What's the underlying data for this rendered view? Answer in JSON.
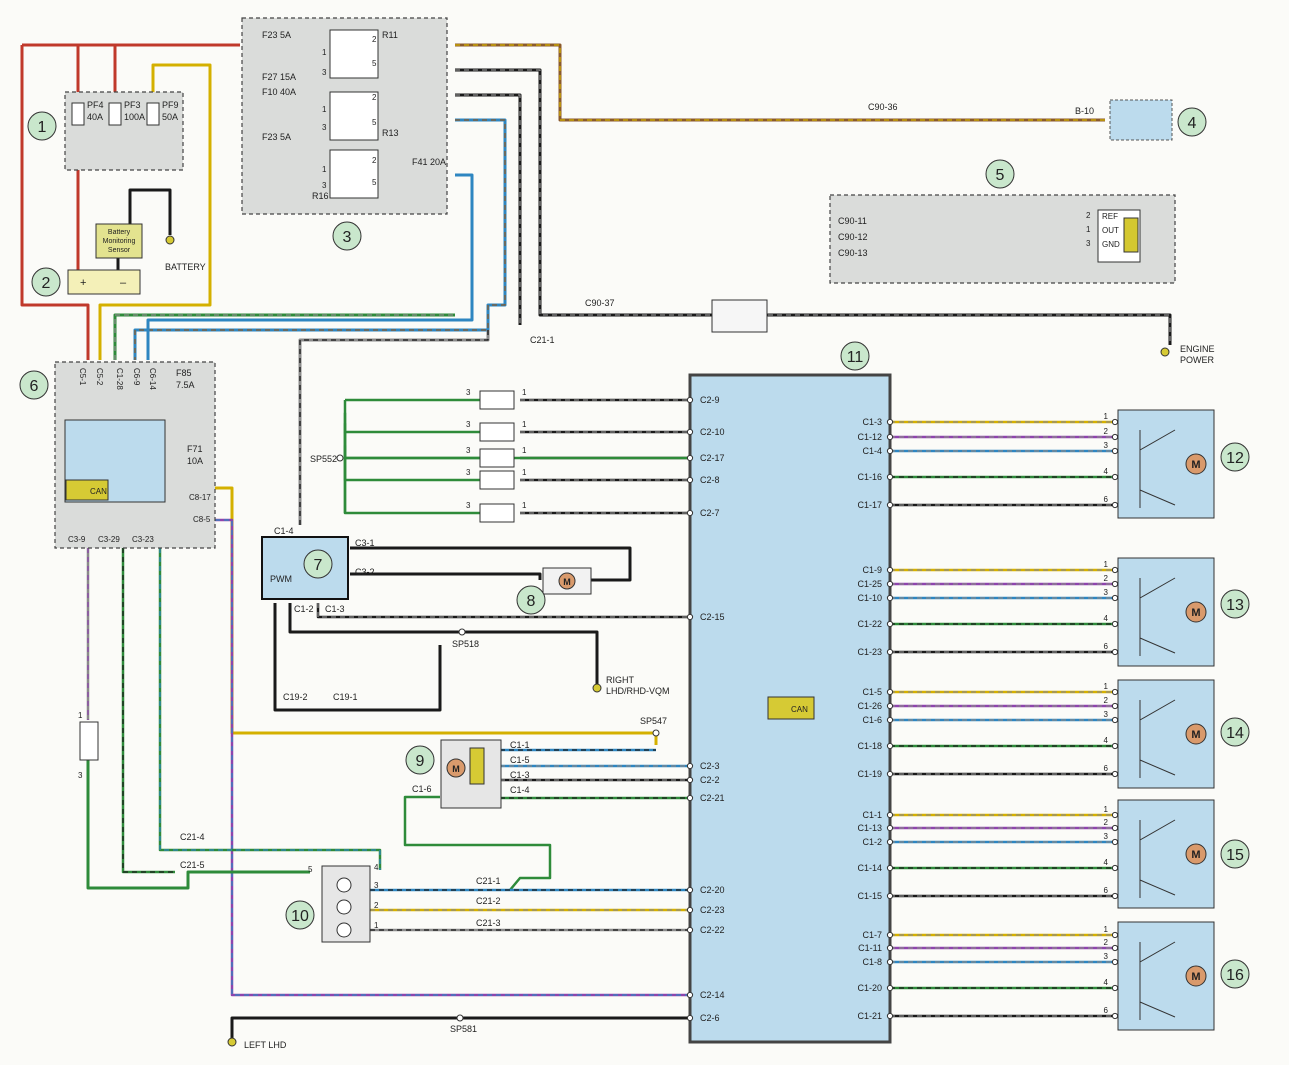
{
  "components": [
    {
      "number": "1"
    },
    {
      "number": "2"
    },
    {
      "number": "3"
    },
    {
      "number": "4"
    },
    {
      "number": "5"
    },
    {
      "number": "6"
    },
    {
      "number": "7"
    },
    {
      "number": "8"
    },
    {
      "number": "9"
    },
    {
      "number": "10"
    },
    {
      "number": "11"
    },
    {
      "number": "12"
    },
    {
      "number": "13"
    },
    {
      "number": "14"
    },
    {
      "number": "15"
    },
    {
      "number": "16"
    }
  ],
  "fuse_box_1": {
    "fuses": [
      "PF4",
      "40A",
      "PF3",
      "100A",
      "PF9",
      "50A"
    ]
  },
  "battery": {
    "label": "BATTERY",
    "sensor": [
      "Battery",
      "Monitoring",
      "Sensor"
    ],
    "plus": "+",
    "minus": "–"
  },
  "fuse_relay_box_3": {
    "fuses": [
      "F23 5A",
      "F27 15A",
      "F10 40A",
      "F23 5A",
      "F41 20A"
    ],
    "relays": [
      "R11",
      "R13",
      "R16"
    ],
    "pins": [
      "2",
      "1",
      "5",
      "3",
      "2",
      "1",
      "5",
      "3",
      "2",
      "1",
      "5",
      "3"
    ]
  },
  "sensor_5": {
    "connectors": [
      "C90-11",
      "C90-12",
      "C90-13"
    ],
    "pins": [
      "REF",
      "OUT",
      "GND"
    ],
    "pin_numbers": [
      "2",
      "1",
      "3"
    ]
  },
  "top_connectors": [
    "C90-36",
    "B-10",
    "C90-37",
    "ENGINE",
    "POWER",
    "C21-1"
  ],
  "module_6": {
    "top_pins": [
      "C5-1",
      "C5-2",
      "C1-28",
      "C6-9",
      "C6-14"
    ],
    "fuses": [
      "F85",
      "7.5A",
      "F71",
      "10A"
    ],
    "can": "CAN",
    "side_pins": [
      "C8-17",
      "C8-5"
    ],
    "bottom_pins": [
      "C3-9",
      "C3-29",
      "C3-23"
    ]
  },
  "module_7": {
    "label": "PWM",
    "pins": [
      "C1-4",
      "C3-1",
      "C3-2",
      "C1-2",
      "C1-3"
    ]
  },
  "splices": [
    "SP552",
    "SP518",
    "SP547",
    "SP581"
  ],
  "grounds": [
    "RIGHT",
    "LHD/RHD-VQM",
    "LEFT LHD"
  ],
  "misc": [
    "C19-2",
    "C19-1",
    "C21-4",
    "C21-5",
    "C21-1",
    "C21-2",
    "C21-3",
    "C1-6"
  ],
  "module_9": {
    "pins": [
      "C1-1",
      "C1-5",
      "C1-3",
      "C1-4"
    ]
  },
  "module_10": {
    "pins": [
      "5",
      "4",
      "3",
      "2",
      "1"
    ]
  },
  "sensor_pins": [
    "3",
    "1"
  ],
  "center_module_11": {
    "left_pins": [
      "C2-9",
      "C2-10",
      "C2-17",
      "C2-8",
      "C2-7",
      "C2-15",
      "C2-3",
      "C2-2",
      "C2-21",
      "C2-20",
      "C2-23",
      "C2-22",
      "C2-14",
      "C2-6"
    ],
    "can": "CAN",
    "right_pins": [
      [
        "C1-3",
        "C1-12",
        "C1-4",
        "C1-16",
        "C1-17"
      ],
      [
        "C1-9",
        "C1-25",
        "C1-10",
        "C1-22",
        "C1-23"
      ],
      [
        "C1-5",
        "C1-26",
        "C1-6",
        "C1-18",
        "C1-19"
      ],
      [
        "C1-1",
        "C1-13",
        "C1-2",
        "C1-14",
        "C1-15"
      ],
      [
        "C1-7",
        "C1-11",
        "C1-8",
        "C1-20",
        "C1-21"
      ]
    ]
  },
  "actuator_pins": [
    "1",
    "2",
    "3",
    "4",
    "6"
  ],
  "motor_letter": "M",
  "colors": {
    "red": "#c0392b",
    "yellow": "#d4b000",
    "black": "#1a1a1a",
    "blue": "#2e86c1",
    "green": "#2e8b3a",
    "brown": "#8b5a2b",
    "violet": "#8e44ad",
    "gray": "#8a8a8a",
    "box_fill": "#dadcda",
    "module_fill": "#bcdbed",
    "circle_fill": "#c9e7cc"
  }
}
